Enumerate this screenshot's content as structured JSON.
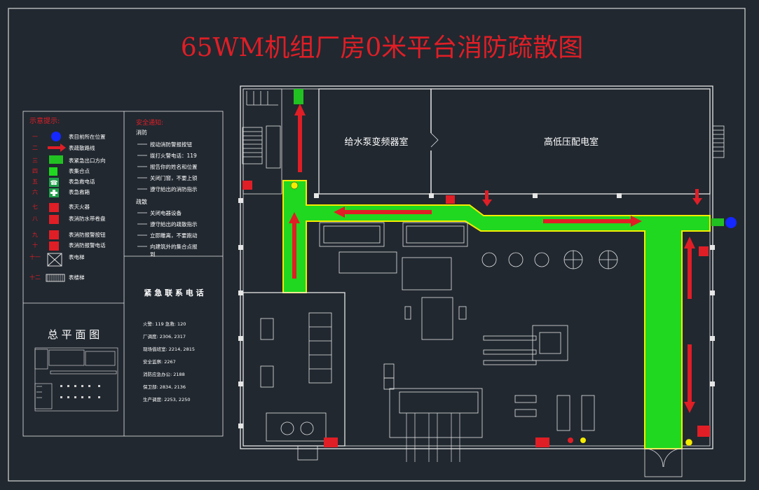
{
  "title": "65WM机组厂房0米平台消防疏散图",
  "legend": {
    "heading": "示意提示:",
    "items": [
      {
        "num": "一",
        "text": "表目前所在位置",
        "icon": "you-are-here-dot-icon"
      },
      {
        "num": "二",
        "text": "表疏散路线",
        "icon": "red-arrow-icon"
      },
      {
        "num": "三",
        "text": "表紧急出口方向",
        "icon": "exit-sign-icon"
      },
      {
        "num": "四",
        "text": "表集合点",
        "icon": "assembly-point-icon"
      },
      {
        "num": "五",
        "text": "表急救电话",
        "icon": "emergency-phone-icon"
      },
      {
        "num": "六",
        "text": "表急救箱",
        "icon": "first-aid-kit-icon"
      },
      {
        "num": "七",
        "text": "表灭火器",
        "icon": "fire-extinguisher-icon"
      },
      {
        "num": "八",
        "text": "表消防水带卷盘",
        "icon": "fire-hose-reel-icon"
      },
      {
        "num": "九",
        "text": "表消防报警按钮",
        "icon": "fire-alarm-button-icon"
      },
      {
        "num": "十",
        "text": "表消防报警电话",
        "icon": "fire-alarm-phone-icon"
      },
      {
        "num": "十一",
        "text": "表电梯",
        "icon": "elevator-icon"
      },
      {
        "num": "十二",
        "text": "表楼梯",
        "icon": "stairs-icon"
      }
    ]
  },
  "safety": {
    "heading": "安全通知:",
    "fire_title": "消防",
    "fire_steps": [
      "按动消防警报按钮",
      "拨打火警电话：119",
      "报告你的姓名和位置",
      "关闭门窗，不要上锁",
      "遵守給出的消防指示"
    ],
    "evac_title": "疏散",
    "evac_steps": [
      "关闭电器设备",
      "遵守給出的疏散指示",
      "立即離离，不要跑动",
      "向建筑外的集合点报"
    ],
    "evac_last_wrap": "到"
  },
  "contacts": {
    "heading": "紧 急 联 系 电 话",
    "lines": [
      "火警: 119  急救: 120",
      "厂调度: 2306, 2317",
      "现场值班室: 2214, 2815",
      "安全监察: 2267",
      "消防应急办公: 2188",
      "保卫部: 2834, 2136",
      "生产调度: 2253, 2250"
    ]
  },
  "overview": {
    "heading": "总 平 面 图"
  },
  "rooms": {
    "pump_room": "给水泵变频器室",
    "switch_room": "高低压配电室"
  }
}
